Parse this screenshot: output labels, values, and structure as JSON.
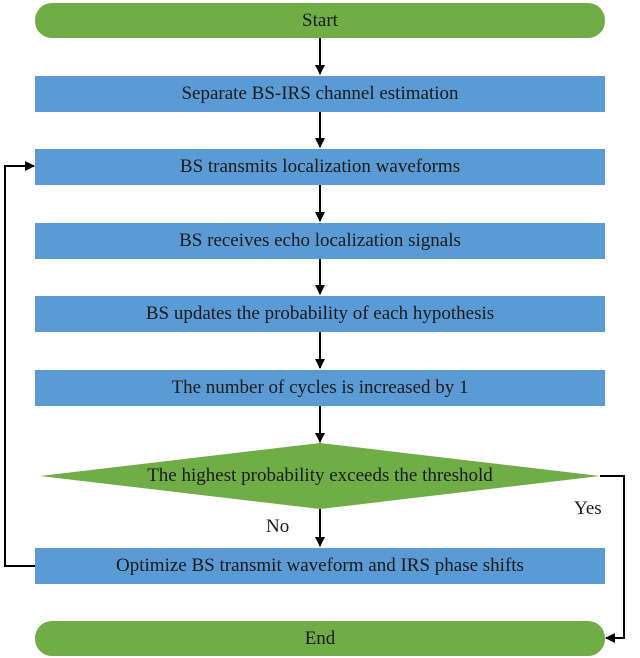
{
  "diagram": {
    "start": "Start",
    "steps": [
      "Separate BS-IRS channel estimation",
      "BS transmits localization waveforms",
      "BS receives echo localization signals",
      "BS updates the probability of each hypothesis",
      "The number of cycles is increased by 1"
    ],
    "decision": "The highest probability exceeds the threshold",
    "optimize": "Optimize BS transmit waveform and IRS phase shifts",
    "end": "End",
    "yes_label": "Yes",
    "no_label": "No",
    "colors": {
      "process": "#5b9bd5",
      "terminal": "#70ad47",
      "decision": "#70ad47",
      "arrow": "#000000"
    }
  }
}
